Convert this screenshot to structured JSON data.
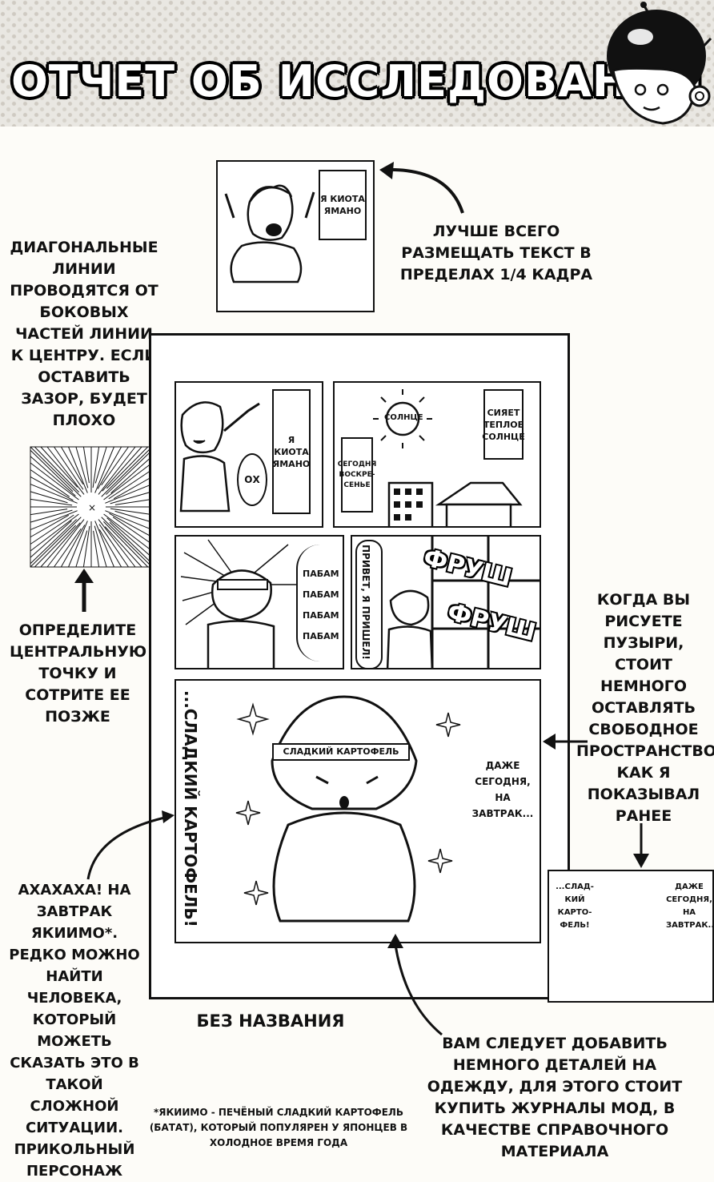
{
  "header": {
    "title": "ОТЧЕТ ОБ ИССЛЕДОВАНИИ"
  },
  "top_example": {
    "caption_box": "Я КИОТА ЯМАНО"
  },
  "notes": {
    "text_placement": "ЛУЧШЕ ВСЕГО РАЗМЕЩАТЬ ТЕКСТ В ПРЕДЕЛАХ 1/4 КАДРА",
    "diagonal_lines": "ДИАГОНАЛЬНЫЕ ЛИНИИ ПРОВОДЯТСЯ ОТ БОКОВЫХ ЧАСТЕЙ ЛИНИИ К ЦЕНТРУ. ЕСЛИ ОСТАВИТЬ ЗАЗОР, БУДЕТ ПЛОХО",
    "center_point": "ОПРЕДЕЛИТЕ ЦЕНТРАЛЬНУЮ ТОЧКУ И СОТРИТЕ ЕЕ ПОЗЖЕ",
    "bubbles": "КОГДА ВЫ РИСУЕТЕ ПУЗЫРИ, СТОИТ НЕМНОГО ОСТАВЛЯТЬ СВОБОДНОЕ ПРОСТРАНСТВО, КАК Я ПОКАЗЫВАЛ РАНЕЕ",
    "yakiimo": "АХАХАХА! НА ЗАВТРАК ЯКИИМО*. РЕДКО МОЖНО НАЙТИ ЧЕЛОВЕКА, КОТОРЫЙ МОЖЕТЬ СКАЗАТЬ ЭТО В ТАКОЙ СЛОЖНОЙ СИТУАЦИИ. ПРИКОЛЬНЫЙ ПЕРСОНАЖ",
    "clothes": "ВАМ СЛЕДУЕТ ДОБАВИТЬ НЕМНОГО ДЕТАЛЕЙ НА ОДЕЖДУ, ДЛЯ ЭТОГО СТОИТ КУПИТЬ ЖУРНАЛЫ МОД, В КАЧЕСТВЕ СПРАВОЧНОГО МАТЕРИАЛА",
    "untitled": "БЕЗ НАЗВАНИЯ",
    "footnote": "*ЯКИИМО - ПЕЧЁНЫЙ СЛАДКИЙ КАРТОФЕЛЬ (БАТАТ), КОТОРЫЙ ПОПУЛЯРЕН У ЯПОНЦЕВ В ХОЛОДНОЕ ВРЕМЯ ГОДА"
  },
  "comic": {
    "p1_caption": "Я КИОТА ЯМАНО",
    "p1_bubble": "ОХ",
    "p2_sun": "СОЛНЦЕ",
    "p2_caption_right": "СИЯЕТ ТЕПЛОЕ СОЛНЦЕ",
    "p2_caption_left": "СЕГОДНЯ ВОСКРЕ-СЕНЬЕ",
    "p3_sfx": [
      "ПАБАМ",
      "ПАБАМ",
      "ПАБАМ",
      "ПАБАМ"
    ],
    "p4_speech": "ПРИВЕТ, Я ПРИШЕЛ!",
    "p4_sfx_1": "ФРУШ",
    "p4_sfx_2": "ФРУШ",
    "p5_shout": "...СЛАДКИЙ КАРТОФЕЛЬ!",
    "p5_headband": "СЛАДКИЙ КАРТОФЕЛЬ",
    "p5_caption": "ДАЖЕ СЕГОДНЯ, НА ЗАВТРАК..."
  },
  "mini_example": {
    "left": "...СЛАД-КИЙ КАРТО-ФЕЛЬ!",
    "right": "ДАЖЕ СЕГОДНЯ, НА ЗАВТРАК..."
  }
}
